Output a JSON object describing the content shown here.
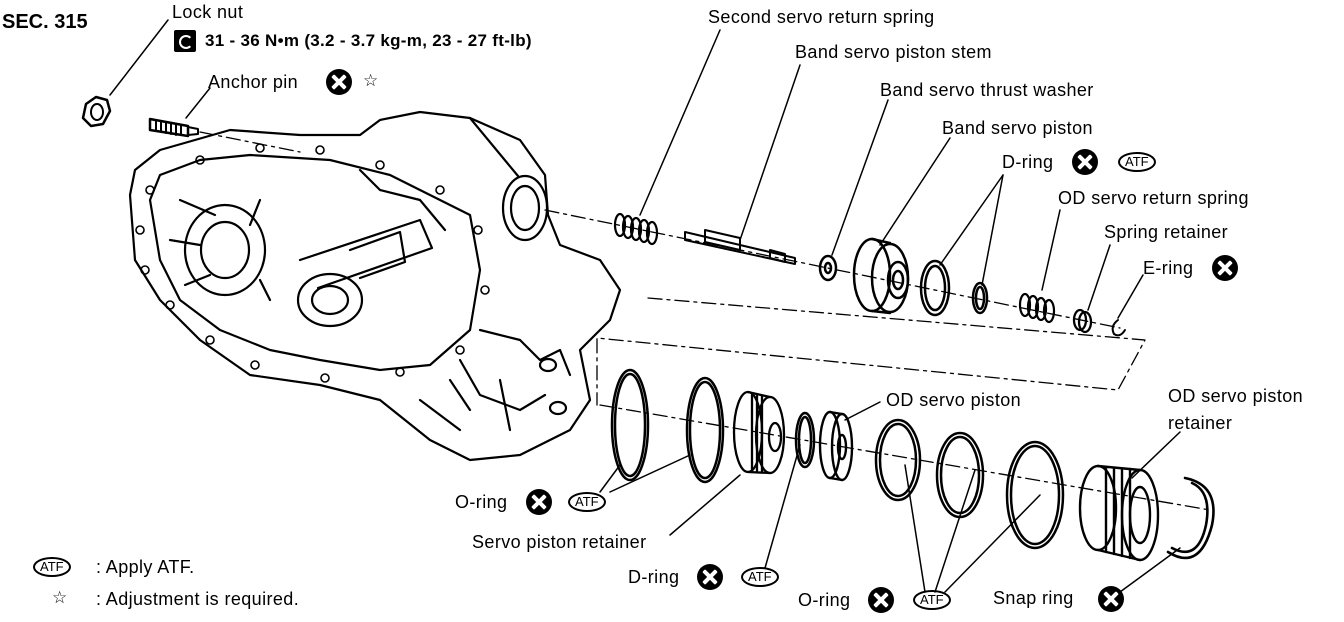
{
  "section": "SEC. 315",
  "labels": {
    "lock_nut": "Lock nut",
    "torque": "31 - 36 N•m (3.2 - 3.7 kg-m, 23 - 27 ft-lb)",
    "anchor_pin": "Anchor pin",
    "second_servo_return_spring": "Second servo return spring",
    "band_servo_piston_stem": "Band servo piston stem",
    "band_servo_thrust_washer": "Band servo thrust washer",
    "band_servo_piston": "Band servo piston",
    "d_ring_top": "D-ring",
    "od_servo_return_spring": "OD servo return spring",
    "spring_retainer": "Spring retainer",
    "e_ring": "E-ring",
    "od_servo_piston": "OD servo piston",
    "od_servo_piston_retainer_line1": "OD servo piston",
    "od_servo_piston_retainer_line2": "retainer",
    "o_ring_left": "O-ring",
    "servo_piston_retainer": "Servo piston retainer",
    "d_ring_bottom": "D-ring",
    "o_ring_bottom": "O-ring",
    "snap_ring": "Snap ring"
  },
  "atf_badge": "ATF",
  "star_glyph": "☆",
  "legend": {
    "atf_text": ": Apply ATF.",
    "star_text": ": Adjustment is required."
  },
  "icons": {
    "do_not_reuse": "replace-part-icon",
    "star": "adjustment-required-icon",
    "wrench": "torque-wrench-icon"
  }
}
